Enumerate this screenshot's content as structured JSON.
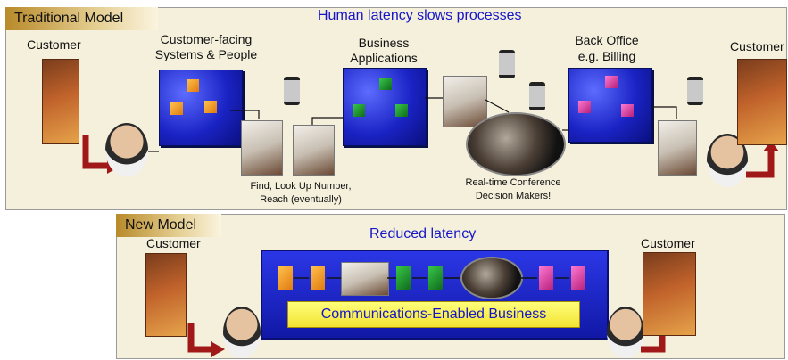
{
  "traditional": {
    "tab_label": "Traditional Model",
    "title": "Human latency slows processes",
    "customer_left": "Customer",
    "customer_right": "Customer",
    "customer_facing_line1": "Customer-facing",
    "customer_facing_line2": "Systems & People",
    "business_line1": "Business",
    "business_line2": "Applications",
    "backoffice_line1": "Back Office",
    "backoffice_line2": "e.g. Billing",
    "find_line1": "Find, Look Up Number,",
    "find_line2": "Reach (eventually)",
    "conf_line1": "Real-time Conference",
    "conf_line2": "Decision Makers!"
  },
  "new_model": {
    "tab_label": "New Model",
    "title": "Reduced latency",
    "customer_left": "Customer",
    "customer_right": "Customer",
    "banner": "Communications-Enabled Business"
  },
  "icons": [
    "hourglass-icon",
    "cube-icon",
    "arrow-icon"
  ],
  "colors": {
    "title_blue": "#1616c8",
    "system_blue": "#1a23c4",
    "panel_bg": "#f4f0dc",
    "banner_yellow": "#f2e233",
    "arrow_red": "#a01818"
  }
}
